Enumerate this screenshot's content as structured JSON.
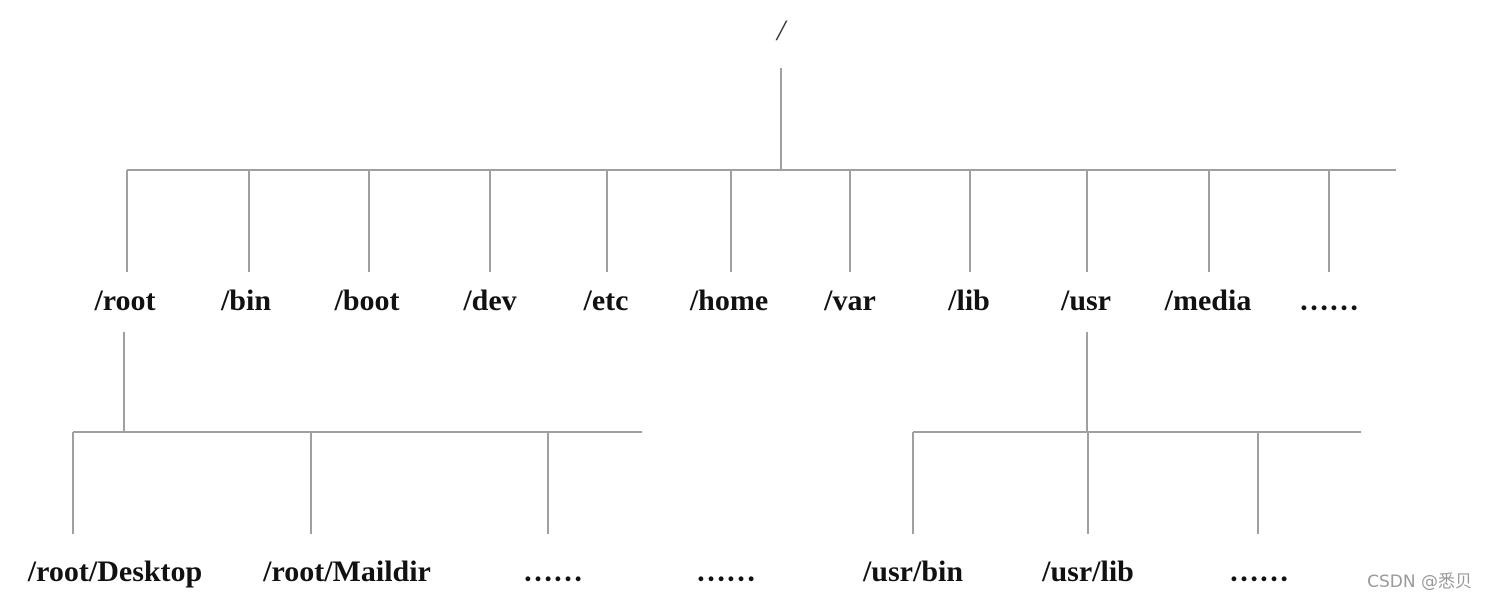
{
  "tree": {
    "root_label": "/",
    "level1": [
      "/root",
      "/bin",
      "/boot",
      "/dev",
      "/etc",
      "/home",
      "/var",
      "/lib",
      "/usr",
      "/media",
      "……"
    ],
    "root_children": [
      "/root/Desktop",
      "/root/Maildir",
      "……"
    ],
    "middle_ellipsis": "……",
    "usr_children": [
      "/usr/bin",
      "/usr/lib",
      "……"
    ]
  },
  "watermark": "CSDN @悉贝",
  "colors": {
    "line": "#a0a0a0",
    "text": "#111111",
    "background": "#ffffff"
  }
}
